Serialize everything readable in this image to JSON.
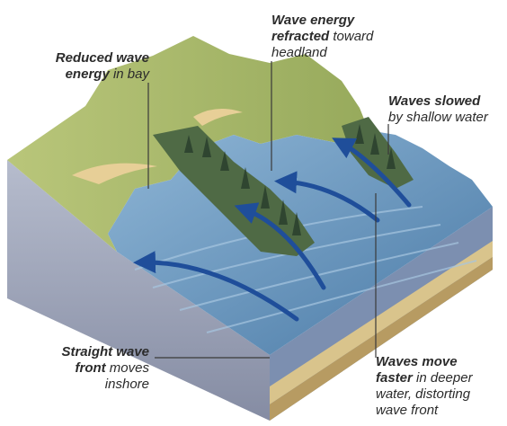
{
  "labels": {
    "reduced": {
      "bold1": "Reduced wave",
      "bold2": "energy",
      "rest2": " in bay"
    },
    "refracted": {
      "bold1": "Wave energy",
      "bold2": "refracted",
      "rest2": " toward",
      "line3": "headland"
    },
    "slowed": {
      "bold1": "Waves slowed",
      "line2": "by shallow water"
    },
    "straight": {
      "bold1": "Straight wave",
      "bold2": "front",
      "rest2": " moves",
      "line3": "inshore"
    },
    "faster": {
      "bold1": "Waves move",
      "bold2": "faster",
      "rest2": " in deeper",
      "line3": "water, distorting",
      "line4": "wave front"
    }
  },
  "colors": {
    "sea": "#6f9fc4",
    "deep_sea": "#4a7aa6",
    "land_top": "#a8b968",
    "cliff": "#9ca2b8",
    "sand": "#e7cf97",
    "trees": "#3f5a3a",
    "arrow": "#1f4e9a"
  }
}
